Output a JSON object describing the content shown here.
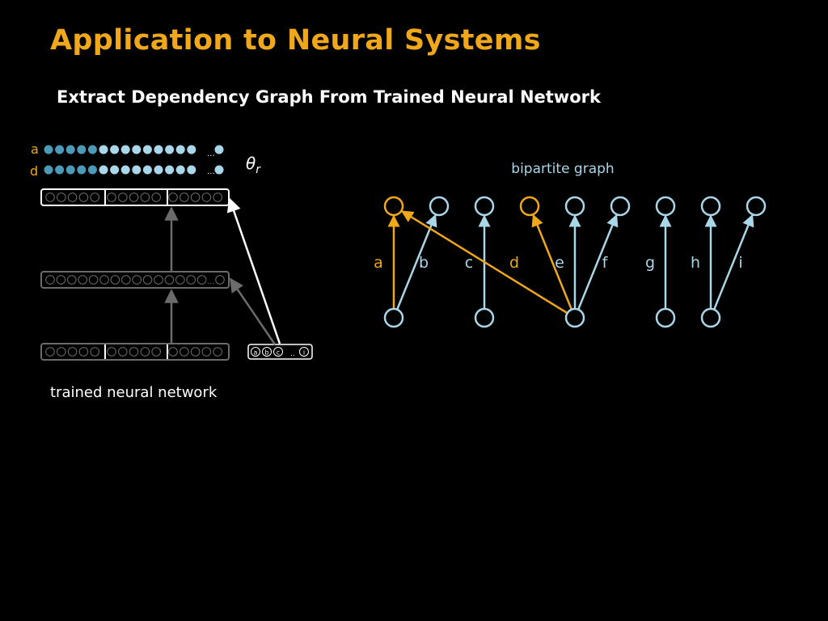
{
  "slide": {
    "title": "Application to Neural Systems",
    "subtitle": "Extract Dependency Graph From Trained Neural Network",
    "network_caption": "trained neural network",
    "theta_label": "θ",
    "theta_subscript": "r",
    "ellipsis": "..."
  },
  "weight_rows": [
    {
      "label": "a",
      "label_color": "#f0a81a"
    },
    {
      "label": "d",
      "label_color": "#f0a81a"
    }
  ],
  "input_layer": {
    "inner_labels": [
      "a",
      "b",
      "c"
    ],
    "last_label": "i",
    "ellipsis": ".."
  },
  "bipartite": {
    "title": "bipartite graph",
    "nodes": [
      "a",
      "b",
      "c",
      "d",
      "e",
      "f",
      "g",
      "h",
      "i"
    ],
    "highlighted": [
      "a",
      "d"
    ],
    "bottom_nodes": [
      "a",
      "c",
      "e",
      "g",
      "h"
    ],
    "edges": [
      {
        "from": "a",
        "to": "a",
        "highlight": true
      },
      {
        "from": "a",
        "to": "b",
        "highlight": false
      },
      {
        "from": "c",
        "to": "c",
        "highlight": false
      },
      {
        "from": "e",
        "to": "a",
        "highlight": true
      },
      {
        "from": "e",
        "to": "d",
        "highlight": true
      },
      {
        "from": "e",
        "to": "e",
        "highlight": false
      },
      {
        "from": "e",
        "to": "f",
        "highlight": false
      },
      {
        "from": "g",
        "to": "g",
        "highlight": false
      },
      {
        "from": "h",
        "to": "h",
        "highlight": false
      },
      {
        "from": "h",
        "to": "i",
        "highlight": false
      }
    ]
  },
  "colors": {
    "accent": "#f0a81a",
    "node": "#a9d6e8",
    "dark_dot": "#4a9ab8",
    "light_dot": "#a9d6e8",
    "layer_gray": "#6b6b6b",
    "text": "#ffffff"
  }
}
